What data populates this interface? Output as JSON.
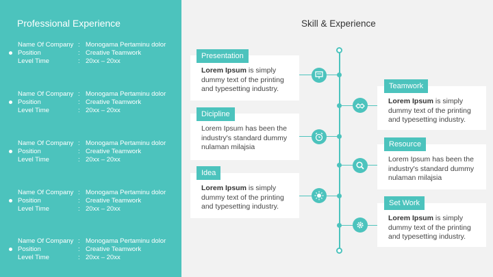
{
  "left": {
    "title": "Professional Experience",
    "entries": [
      {
        "company_label": "Name Of Company",
        "company": "Monogama Pertaminu dolor",
        "position_label": "Position",
        "position": "Creative Teamwork",
        "level_label": "Level Time",
        "level": "20xx – 20xx"
      },
      {
        "company_label": "Name Of Company",
        "company": "Monogama Pertaminu dolor",
        "position_label": "Position",
        "position": "Creative Teamwork",
        "level_label": "Level Time",
        "level": "20xx – 20xx"
      },
      {
        "company_label": "Name Of Company",
        "company": "Monogama Pertaminu dolor",
        "position_label": "Position",
        "position": "Creative Teamwork",
        "level_label": "Level Time",
        "level": "20xx – 20xx"
      },
      {
        "company_label": "Name Of Company",
        "company": "Monogama Pertaminu dolor",
        "position_label": "Position",
        "position": "Creative Teamwork",
        "level_label": "Level Time",
        "level": "20xx – 20xx"
      },
      {
        "company_label": "Name Of Company",
        "company": "Monogama Pertaminu dolor",
        "position_label": "Position",
        "position": "Creative Teamwork",
        "level_label": "Level Time",
        "level": "20xx – 20xx"
      }
    ],
    "separator": ":"
  },
  "right": {
    "title": "Skill & Experience",
    "items": [
      {
        "label": "Presentation",
        "bold": "Lorem Ipsum",
        "text": " is simply dummy text of the printing and typesetting industry.",
        "icon": "presentation-board-icon"
      },
      {
        "label": "Teamwork",
        "bold": "Lorem Ipsum",
        "text": " is simply dummy text of the printing and typesetting industry.",
        "icon": "handshake-icon"
      },
      {
        "label": "Dicipline",
        "bold": "",
        "text": "Lorem Ipsum has been the industry's standard dummy nulaman milajsia",
        "icon": "alarm-clock-icon"
      },
      {
        "label": "Resource",
        "bold": "",
        "text": "Lorem Ipsum has been the industry's standard dummy nulaman milajsia",
        "icon": "magnifier-icon"
      },
      {
        "label": "Idea",
        "bold": "Lorem Ipsum",
        "text": " is simply dummy text of the printing and typesetting industry.",
        "icon": "lightbulb-icon"
      },
      {
        "label": "Set Work",
        "bold": "Lorem Ipsum",
        "text": " is simply dummy text of the printing and typesetting industry.",
        "icon": "gear-icon"
      }
    ]
  },
  "colors": {
    "accent": "#4cc3bd",
    "background": "#f2f2f2",
    "card": "#ffffff"
  }
}
